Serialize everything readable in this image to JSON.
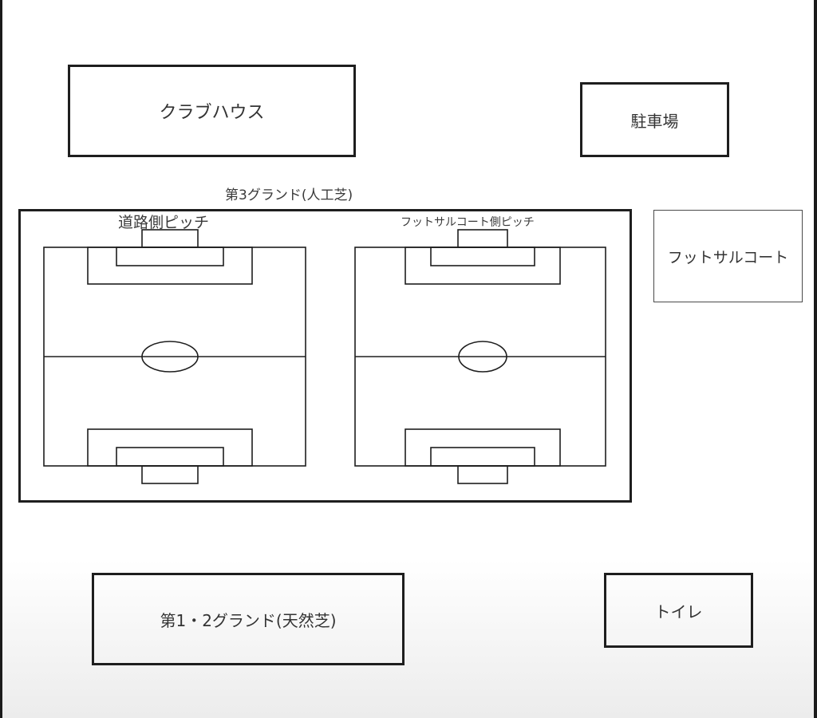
{
  "buildings": {
    "clubhouse": "クラブハウス",
    "parking": "駐車場",
    "futsal_court": "フットサルコート",
    "grounds_1_2": "第1・2グランド(天然芝)",
    "toilet": "トイレ"
  },
  "ground3": {
    "title": "第3グランド(人工芝)",
    "pitches": {
      "road_side": "道路側ピッチ",
      "futsal_side": "フットサルコート側ピッチ"
    }
  },
  "colors": {
    "line": "#1e1e1e",
    "thin_line": "#4a4a4a"
  }
}
